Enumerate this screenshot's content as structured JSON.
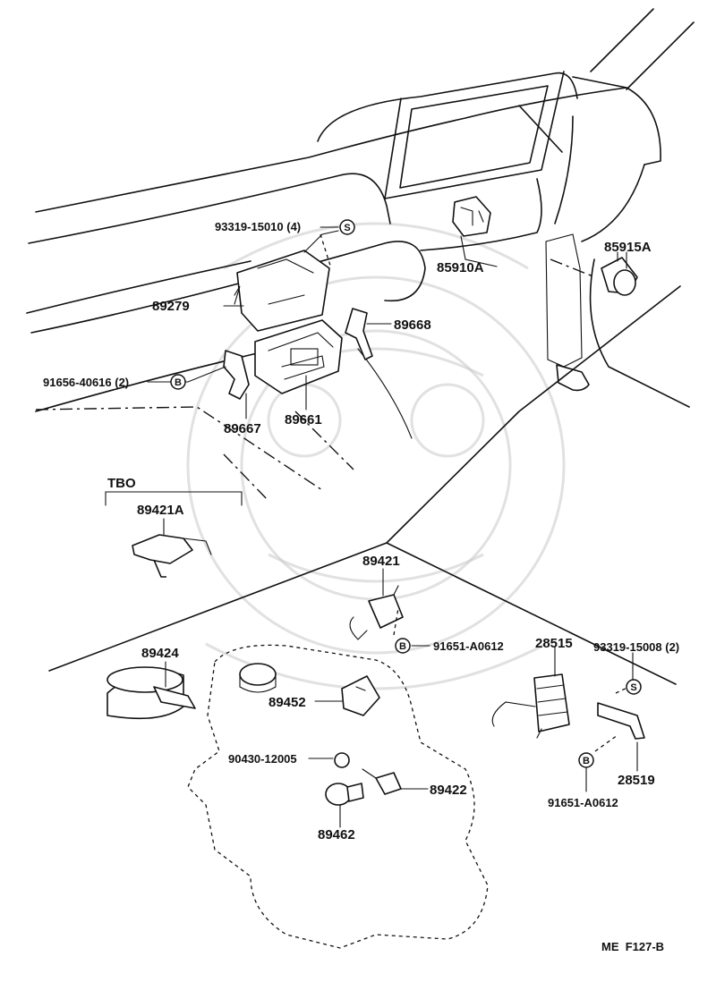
{
  "diagram": {
    "code": "ME  F127-B",
    "variant_label": "TBO",
    "symbols": {
      "S": "S",
      "B": "B"
    },
    "labels": {
      "p93319_15010": "93319-15010 (4)",
      "p85910A": "85910A",
      "p85915A": "85915A",
      "p89279": "89279",
      "p89668": "89668",
      "p91656_40616": "91656-40616 (2)",
      "p89667": "89667",
      "p89661": "89661",
      "p89421A": "89421A",
      "p89421": "89421",
      "p91651_A0612_a": "91651-A0612",
      "p28515": "28515",
      "p93319_15008": "93319-15008 (2)",
      "p89424": "89424",
      "p89452": "89452",
      "p90430_12005": "90430-12005",
      "p89422": "89422",
      "p89462": "89462",
      "p28519": "28519",
      "p91651_A0612_b": "91651-A0612"
    }
  }
}
